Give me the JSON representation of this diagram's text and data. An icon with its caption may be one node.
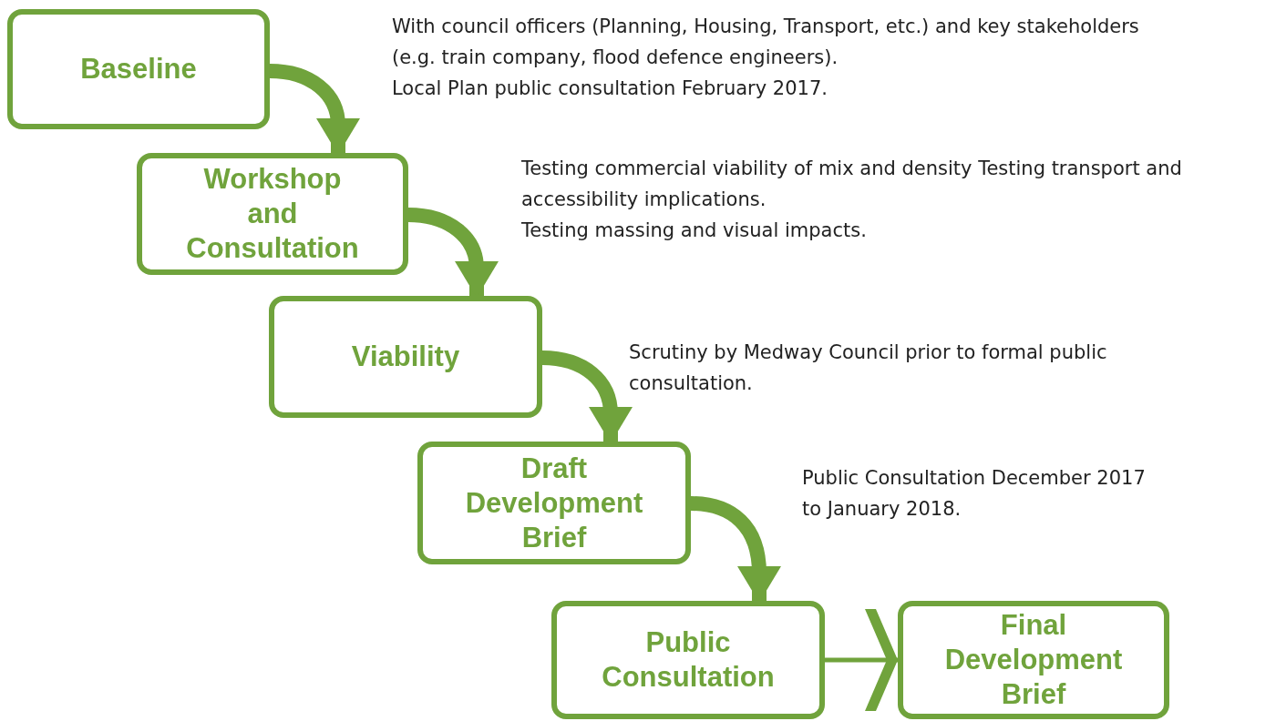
{
  "diagram": {
    "nodes": [
      {
        "text": [
          "Baseline"
        ]
      },
      {
        "text": [
          "Workshop and Consultation"
        ]
      },
      {
        "text": [
          "Viability"
        ]
      },
      {
        "text": [
          "Draft Development Brief"
        ]
      },
      {
        "text": [
          "Public Consultation"
        ]
      },
      {
        "text": [
          "Final Development Brief"
        ]
      }
    ],
    "edges": [
      {
        "from": 0,
        "to": 1,
        "arrow": "to"
      },
      {
        "from": 1,
        "to": 2,
        "arrow": "to"
      },
      {
        "from": 2,
        "to": 3,
        "arrow": "to"
      },
      {
        "from": 3,
        "to": 4,
        "arrow": "to"
      },
      {
        "from": 4,
        "to": 5,
        "arrow": "to"
      }
    ],
    "labels": [
      "With council officers (Planning, Housing, Transport, etc.) and key stakeholders (e.g. train company, flood defence engineers).",
      "Local Plan public consultation February 2017.",
      "Testing commercial viability of mix and density Testing transport and accessibility implications.",
      "Testing massing and visual impacts.",
      "Scrutiny by Medway Council prior to formal public consultation.",
      "Public Consultation December 2017 to January 2018."
    ]
  }
}
